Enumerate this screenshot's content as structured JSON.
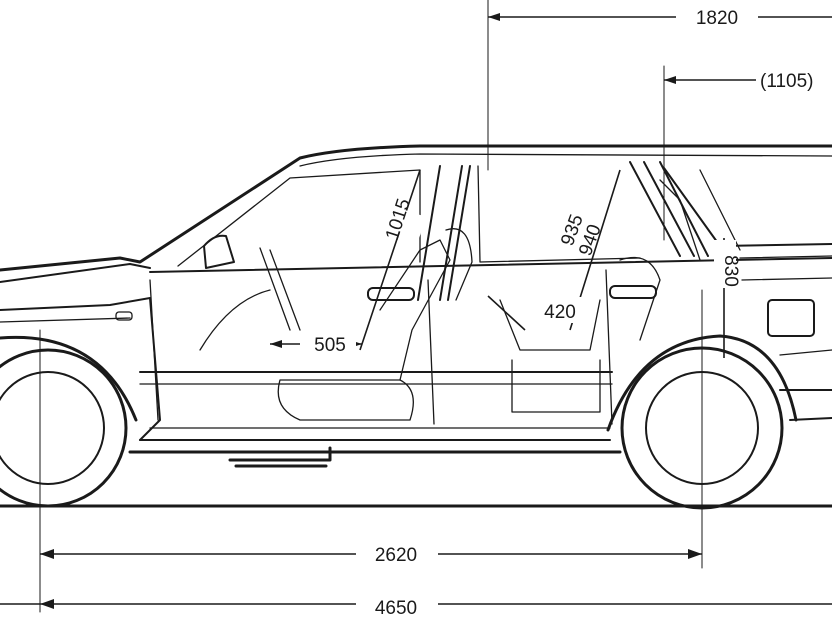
{
  "dimensions": {
    "overall_height": "1820",
    "cargo_height": "(1105)",
    "headroom_front": "1015",
    "headroom_rear_a": "935",
    "headroom_rear_b": "940",
    "seat_cushion_length": "505",
    "rear_seat_cushion": "420",
    "load_floor_height": "830",
    "wheelbase": "2620",
    "overall_length": "4650"
  }
}
